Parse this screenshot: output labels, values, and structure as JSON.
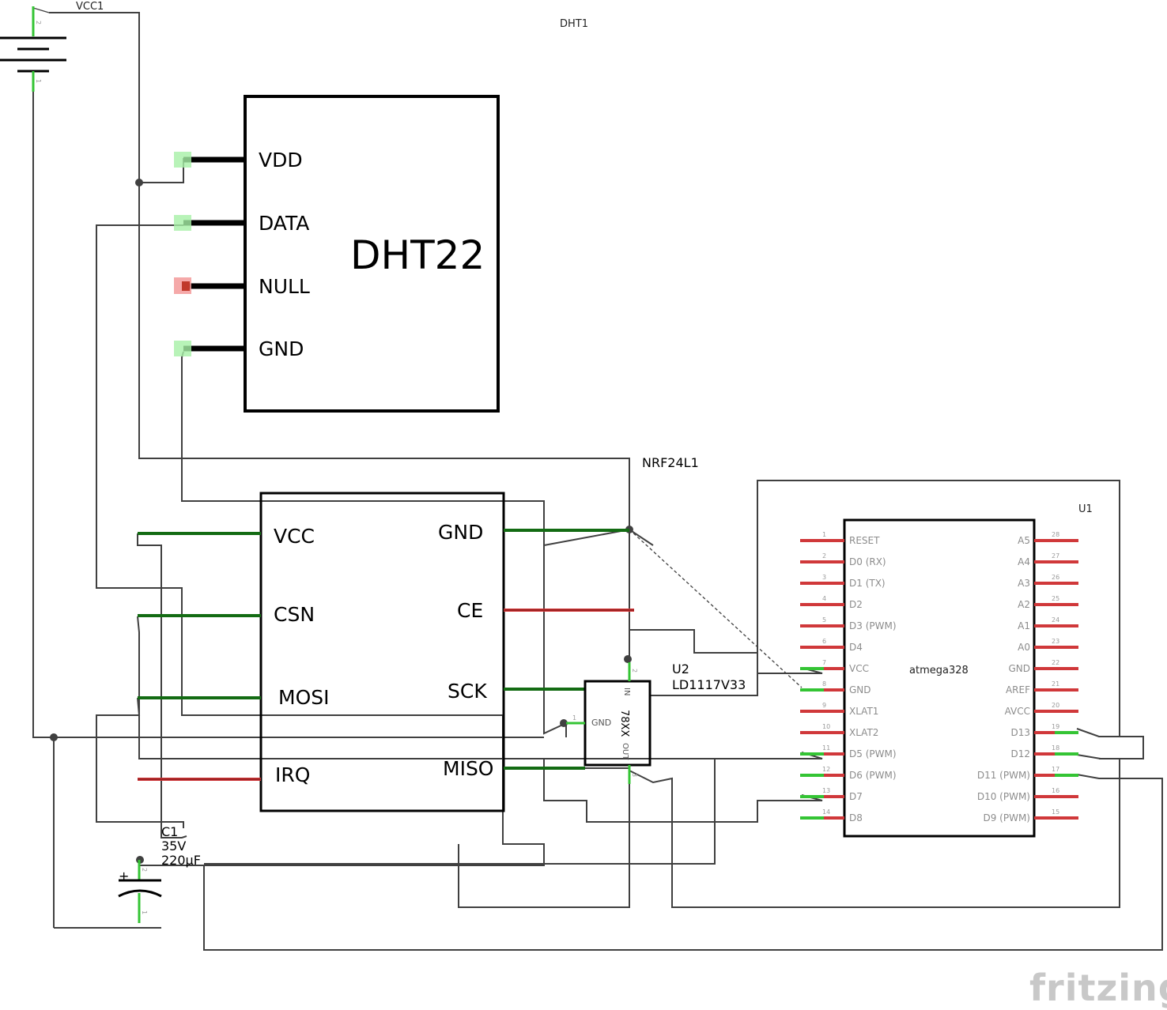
{
  "battery": {
    "label": "VCC1",
    "pin_top": "2",
    "pin_bottom": "1"
  },
  "dht": {
    "ref": "DHT1",
    "part": "DHT22",
    "pins": [
      "VDD",
      "DATA",
      "NULL",
      "GND"
    ]
  },
  "nrf": {
    "ref": "NRF24L1",
    "left_pins": [
      "VCC",
      "CSN",
      "MOSI",
      "IRQ"
    ],
    "right_pins": [
      "GND",
      "CE",
      "SCK",
      "MISO"
    ]
  },
  "regulator": {
    "ref": "U2",
    "part": "LD1117V33",
    "body_label": "78XX",
    "pin_in": "IN",
    "pin_out": "OUT",
    "pin_gnd": "GND",
    "pin1": "1",
    "pin2": "2",
    "pin3": "3"
  },
  "capacitor": {
    "ref": "C1",
    "voltage": "35V",
    "value": "220µF",
    "plus": "+",
    "pin_top": "2",
    "pin_bottom": "1"
  },
  "mcu": {
    "ref": "U1",
    "part": "atmega328",
    "left_pins": [
      {
        "num": "1",
        "name": "RESET"
      },
      {
        "num": "2",
        "name": "D0 (RX)"
      },
      {
        "num": "3",
        "name": "D1 (TX)"
      },
      {
        "num": "4",
        "name": "D2"
      },
      {
        "num": "5",
        "name": "D3 (PWM)"
      },
      {
        "num": "6",
        "name": "D4"
      },
      {
        "num": "7",
        "name": "VCC"
      },
      {
        "num": "8",
        "name": "GND"
      },
      {
        "num": "9",
        "name": "XLAT1"
      },
      {
        "num": "10",
        "name": "XLAT2"
      },
      {
        "num": "11",
        "name": "D5 (PWM)"
      },
      {
        "num": "12",
        "name": "D6 (PWM)"
      },
      {
        "num": "13",
        "name": "D7"
      },
      {
        "num": "14",
        "name": "D8"
      }
    ],
    "right_pins": [
      {
        "num": "28",
        "name": "A5"
      },
      {
        "num": "27",
        "name": "A4"
      },
      {
        "num": "26",
        "name": "A3"
      },
      {
        "num": "25",
        "name": "A2"
      },
      {
        "num": "24",
        "name": "A1"
      },
      {
        "num": "23",
        "name": "A0"
      },
      {
        "num": "22",
        "name": "GND"
      },
      {
        "num": "21",
        "name": "AREF"
      },
      {
        "num": "20",
        "name": "AVCC"
      },
      {
        "num": "19",
        "name": "D13"
      },
      {
        "num": "18",
        "name": "D12"
      },
      {
        "num": "17",
        "name": "D11 (PWM)"
      },
      {
        "num": "16",
        "name": "D10 (PWM)"
      },
      {
        "num": "15",
        "name": "D9 (PWM)"
      }
    ]
  },
  "brand": "fritzing",
  "colors": {
    "wire": "#404040",
    "connected_pin": "#136b13",
    "unconnected_pin": "#d0383a",
    "brand": "#c8c8c8"
  }
}
